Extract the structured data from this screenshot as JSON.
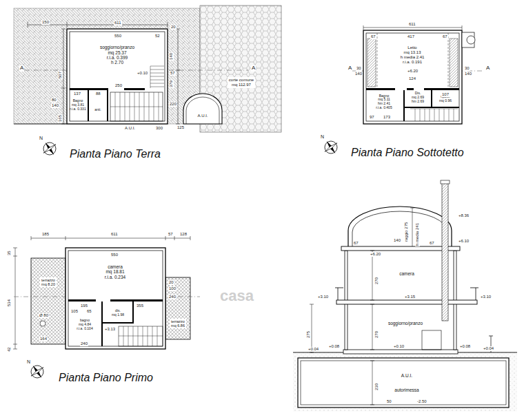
{
  "diagram": {
    "nodes": [
      {
        "text": [
          "soggiorno/pranzo",
          "mq 25.37",
          "r.i.a. 0.399",
          "h 2.70"
        ]
      },
      {
        "text": [
          "Bagno",
          "mq 3.81",
          "r.i.a. 0.331"
        ]
      },
      {
        "text": [
          "anti."
        ]
      },
      {
        "text": [
          "corte comune",
          "mq 112.97"
        ]
      },
      {
        "text": [
          "A.U.I."
        ]
      },
      {
        "text": [
          "Letto",
          "mq 13.13",
          "h media 2.41",
          "r.i.a. 0.191"
        ]
      },
      {
        "text": [
          "Bagno",
          "mq 5.11",
          "hm 2.41",
          "r.i.a. 0.405"
        ]
      },
      {
        "text": [
          "Dis.",
          "mq 2.69",
          "hm 2.69"
        ]
      },
      {
        "text": [
          "ripost.",
          "mq 0.96"
        ]
      },
      {
        "text": [
          "camera",
          "mq 18.81",
          "r.i.a. 0.234"
        ]
      },
      {
        "text": [
          "bagno",
          "mq 4.84",
          "r.i.a. 0.104"
        ]
      },
      {
        "text": [
          "dis.",
          "mq 1.98"
        ]
      },
      {
        "text": [
          "terrazzo",
          "mq 8.20"
        ]
      },
      {
        "text": [
          "terrazzo",
          "mq 6.86"
        ]
      },
      {
        "text": [
          "camera"
        ]
      },
      {
        "text": [
          "soggiorno/pranzo"
        ]
      },
      {
        "text": [
          "A.U.I.",
          "autorimessa"
        ]
      }
    ],
    "labels": [
      "Pianta Piano Terra",
      "Pianta Piano Sottotetto",
      "Pianta Piano Primo",
      "N",
      "N",
      "N",
      "150",
      "611",
      "550",
      "52",
      "20",
      "140",
      "57",
      "379",
      "507",
      "+0.10",
      "250",
      "137",
      "88",
      "80",
      "140",
      "165",
      "220",
      "300",
      "125",
      "A.U.I.",
      "A",
      "A",
      "611",
      "417",
      "67",
      "67",
      "+6.20",
      "124",
      "30",
      "140",
      "30",
      "140",
      "107",
      "173",
      "97",
      "A",
      "A",
      "185",
      "611",
      "57",
      "128",
      "35",
      "534",
      "42",
      "550",
      "195",
      "105",
      "65",
      "355",
      "+3.13",
      "Ø 80",
      "164",
      "240",
      "20",
      "100",
      "240",
      "+8.36",
      "+6.10",
      "+6.20",
      "+3.10",
      "+3.15",
      "+3.10",
      "+0.10",
      "+0.08",
      "+0.04",
      "+0.08",
      "+0.04",
      "-2.50",
      "raggio 275",
      "h media 241",
      "275",
      "270",
      "270",
      "140",
      "67",
      "67",
      "230",
      "50",
      "casa"
    ]
  }
}
